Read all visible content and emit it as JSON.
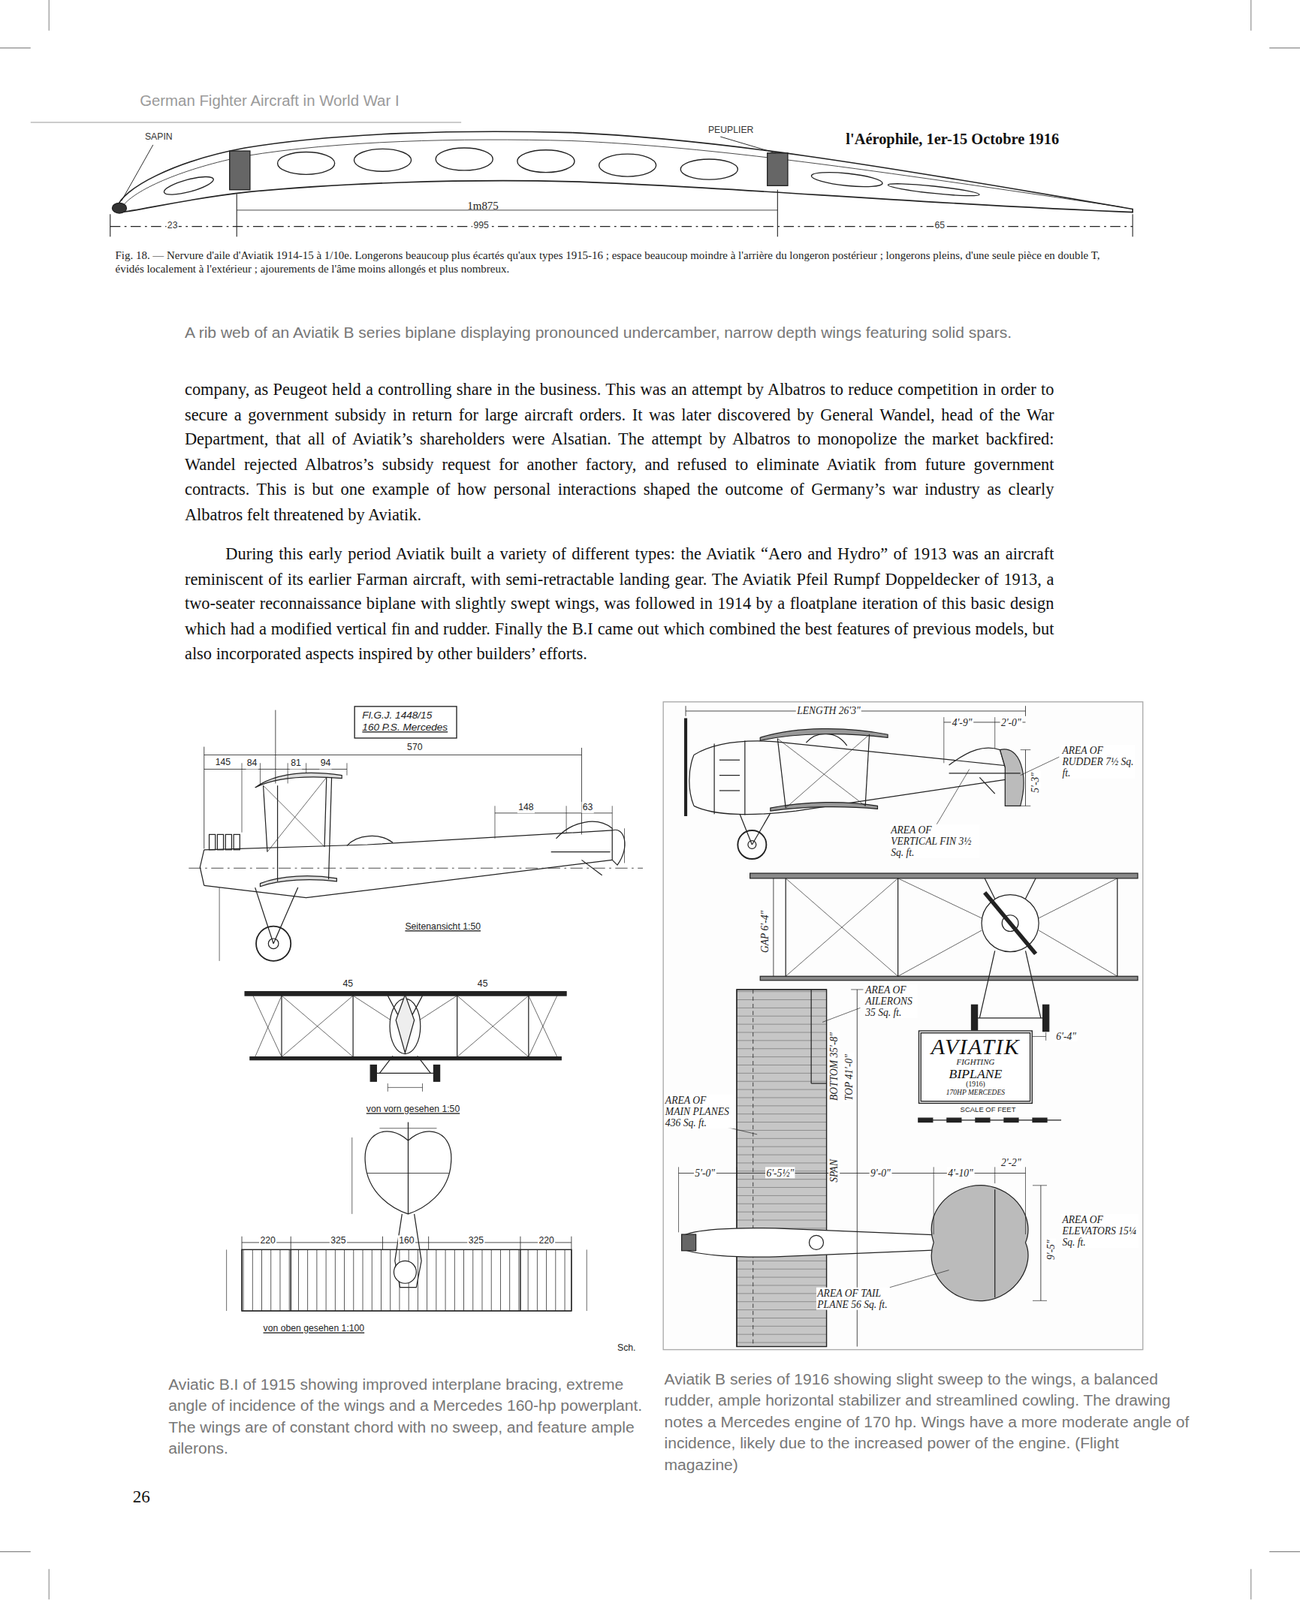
{
  "diagram": {
    "nodes": [
      {
        "text": [
          "Fl.G.J. 1448/15",
          "160 P.S. Mercedes"
        ]
      },
      {
        "text": [
          "AVIATIK",
          "FIGHTING",
          "BIPLANE",
          "(1916)",
          "170HP MERCEDES"
        ]
      }
    ],
    "labels": [
      "German Fighter Aircraft in World War I",
      "SAPIN",
      "PEUPLIER",
      "l'Aérophile, 1er-15 Octobre 1916",
      "1m875",
      "23",
      "995",
      "65",
      "Fig. 18. — Nervure d'aile d'Aviatik 1914-15 à 1/10e. Longerons beaucoup plus écartés qu'aux types 1915-16 ; espace beaucoup moindre à l'arrière du longeron postérieur ; longerons pleins, d'une seule pièce en double T, évidés localement à l'extérieur ; ajourements de l'âme moins allongés et plus nombreux.",
      "A rib web of an Aviatik B series biplane displaying pronounced undercamber, narrow depth wings featuring solid spars.",
      "company, as Peugeot held a controlling share in the business. This was an attempt by Albatros to reduce competition in order to secure a government subsidy in return for large aircraft orders. It was later discovered by General Wandel, head of the War Department, that all of Aviatik’s shareholders were Alsatian. The attempt by Albatros to monopolize the market backfired: Wandel rejected Albatros’s subsidy request for another factory, and refused to eliminate Aviatik from future government contracts. This is but one example of how personal interactions shaped the outcome of Germany’s war industry as clearly Albatros felt threatened by Aviatik.",
      "During this early period Aviatik built a variety of different types: the Aviatik “Aero and Hydro” of 1913 was an aircraft reminiscent of its earlier Farman aircraft, with semi-retractable landing gear. The Aviatik Pfeil Rumpf Doppeldecker of 1913, a two-seater reconnaissance biplane with slightly swept wings, was followed in 1914 by a floatplane iteration of this basic design which had a modified vertical fin and rudder. Finally the B.I came out which combined the best features of previous models, but also incorporated aspects inspired by other builders’ efforts.",
      "570",
      "145",
      "84",
      "81",
      "94",
      "148",
      "63",
      "Seitenansicht 1:50",
      "45",
      "45",
      "von vorn gesehen 1:50",
      "220",
      "325",
      "160",
      "325",
      "220",
      "von oben gesehen 1:100",
      "Sch.",
      "LENGTH 26'3\"",
      "4'-9\"",
      "2'-0\"",
      "5'-3\"",
      "AREA OF RUDDER 7½ Sq. ft.",
      "AREA OF VERTICAL FIN 3½ Sq. ft.",
      "GAP 6'-4\"",
      "6'-4\"",
      "AREA OF AILERONS 35 Sq. ft.",
      "AREA OF MAIN PLANES 436 Sq. ft.",
      "SPAN",
      "BOTTOM 35'-8\"",
      "TOP 41'-0\"",
      "SCALE OF FEET",
      "5'-0\"",
      "6'-5½\"",
      "9'-0\"",
      "4'-10\"",
      "2'-2\"",
      "9'-5\"",
      "AREA OF ELEVATORS 15¼ Sq. ft.",
      "AREA OF TAIL PLANE 56 Sq. ft.",
      "Aviatic B.I of 1915 showing improved interplane bracing, extreme angle of incidence of the wings and a Mercedes 160-hp powerplant. The wings are of constant chord with no sweep, and feature ample ailerons.",
      "Aviatik B series of 1916 showing slight sweep to the wings, a balanced rudder, ample horizontal stabilizer and streamlined cowling. The drawing notes a Mercedes engine of 170 hp. Wings have a more moderate angle of incidence, likely due to the increased power of the engine. (Flight magazine)",
      "26"
    ]
  }
}
